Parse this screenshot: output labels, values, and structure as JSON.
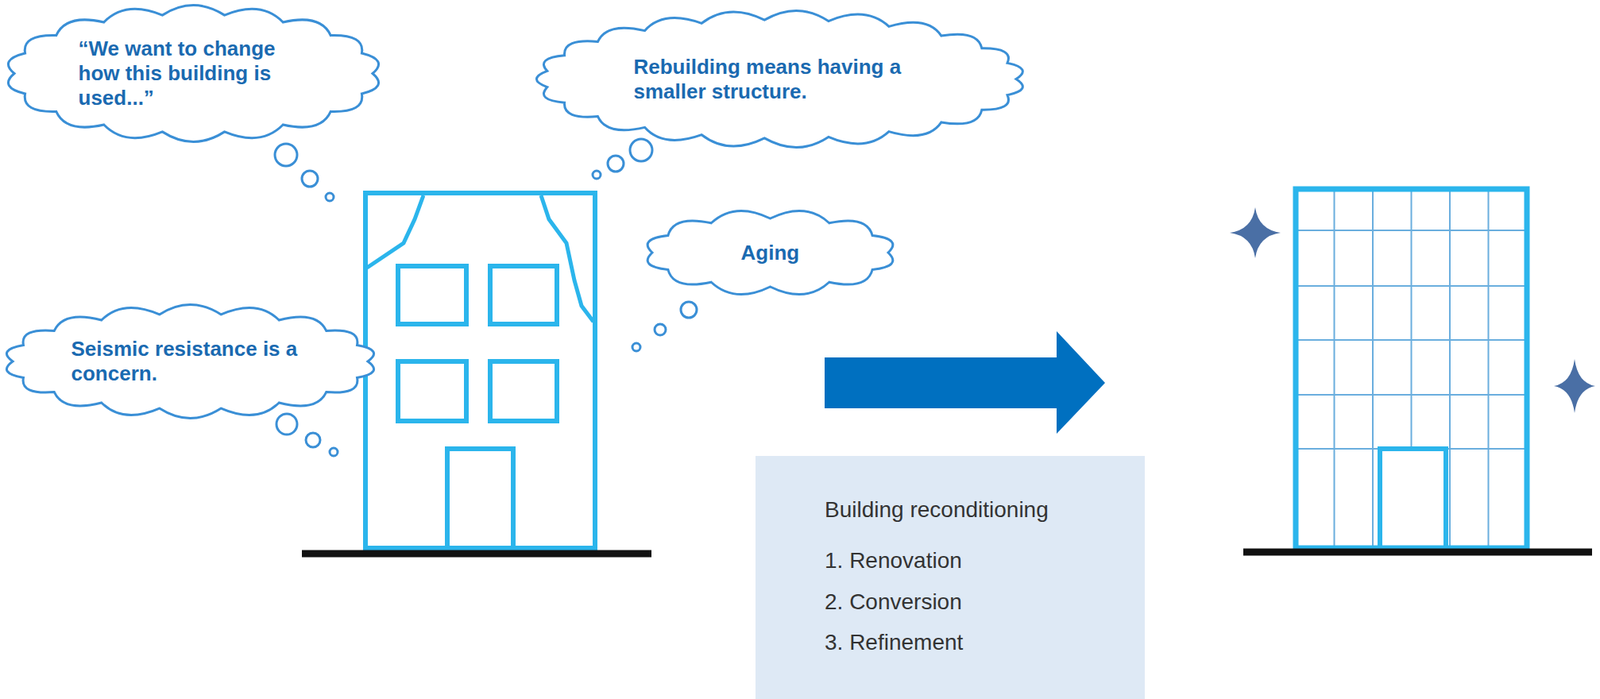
{
  "diagram": {
    "nodes": [
      {
        "text": [
          "“We want to change how this building is used...”"
        ]
      },
      {
        "text": [
          "Rebuilding means having a smaller structure."
        ]
      },
      {
        "text": [
          "Aging"
        ]
      },
      {
        "text": [
          "Seismic resistance is a concern."
        ]
      },
      {
        "text": [
          "Building reconditioning",
          "1. Renovation",
          "2. Conversion",
          "3. Refinement"
        ]
      }
    ]
  }
}
